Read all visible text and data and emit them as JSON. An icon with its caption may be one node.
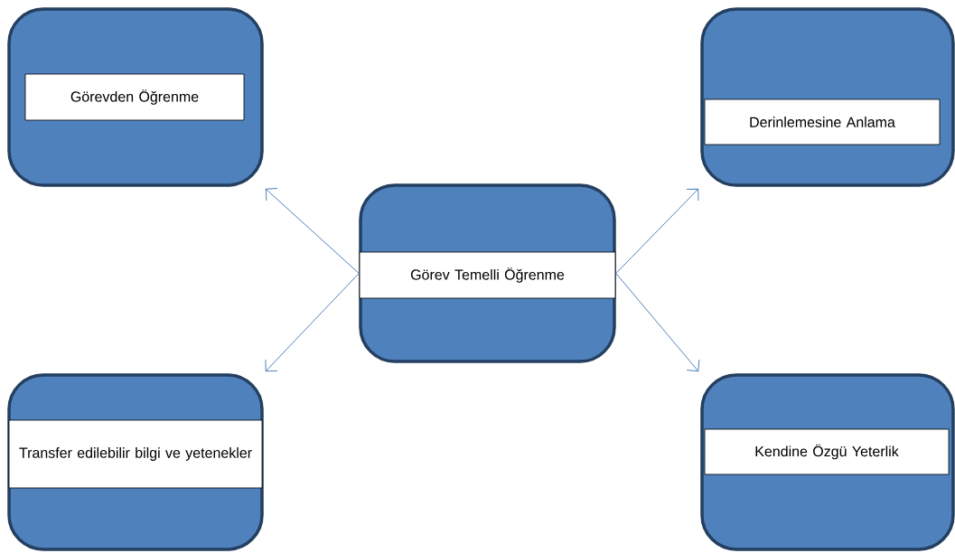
{
  "diagram": {
    "nodes": [
      {
        "text": [
          "Görevden Öğrenme"
        ]
      },
      {
        "text": [
          "Derinlemesine Anlama"
        ]
      },
      {
        "text": [
          "Görev Temelli Öğrenme"
        ]
      },
      {
        "text": [
          "Transfer edilebilir bilgi ve yetenekler"
        ]
      },
      {
        "text": [
          "Kendine Özgü Yeterlik"
        ]
      }
    ],
    "edges": [
      {
        "from": 2,
        "to": 0,
        "arrow": "to"
      },
      {
        "from": 2,
        "to": 1,
        "arrow": "to"
      },
      {
        "from": 2,
        "to": 3,
        "arrow": "to"
      },
      {
        "from": 2,
        "to": 4,
        "arrow": "to"
      }
    ]
  }
}
